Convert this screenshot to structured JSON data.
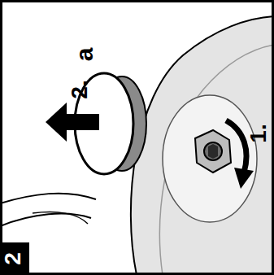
{
  "diagram": {
    "labels": [
      "a",
      "2.",
      "1.",
      "2"
    ]
  }
}
